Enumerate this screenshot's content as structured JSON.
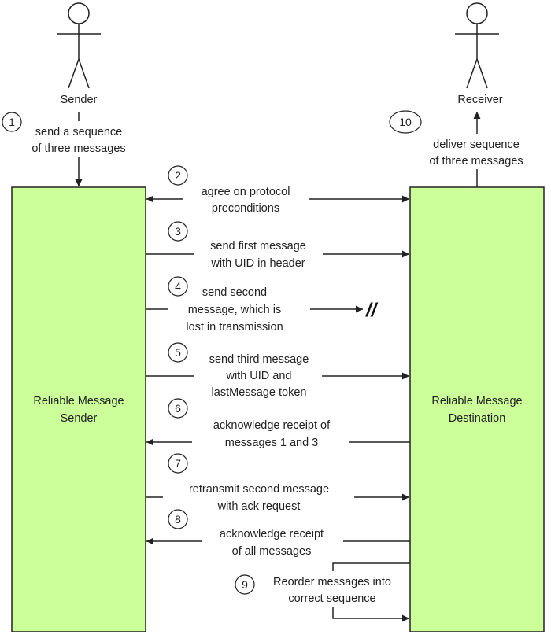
{
  "actors": {
    "sender": "Sender",
    "receiver": "Receiver"
  },
  "boxes": {
    "sender": [
      "Reliable Message",
      "Sender"
    ],
    "destination": [
      "Reliable Message",
      "Destination"
    ]
  },
  "steps": [
    {
      "num": "1",
      "lines": [
        "send a sequence",
        "of three messages"
      ]
    },
    {
      "num": "2",
      "lines": [
        "agree on protocol",
        "preconditions"
      ]
    },
    {
      "num": "3",
      "lines": [
        "send first message",
        "with UID in header"
      ]
    },
    {
      "num": "4",
      "lines": [
        "send second",
        "message, which is",
        "lost in transmission"
      ]
    },
    {
      "num": "5",
      "lines": [
        "send third message",
        "with UID and",
        "lastMessage token"
      ]
    },
    {
      "num": "6",
      "lines": [
        "acknowledge receipt of",
        "messages 1 and 3"
      ]
    },
    {
      "num": "7",
      "lines": [
        "retransmit second message",
        "with ack request"
      ]
    },
    {
      "num": "8",
      "lines": [
        "acknowledge receipt",
        "of all messages"
      ]
    },
    {
      "num": "9",
      "lines": [
        "Reorder messages into",
        "correct sequence"
      ]
    },
    {
      "num": "10",
      "lines": [
        "deliver  sequence",
        "of three messages"
      ]
    }
  ],
  "lost_marker": "//"
}
